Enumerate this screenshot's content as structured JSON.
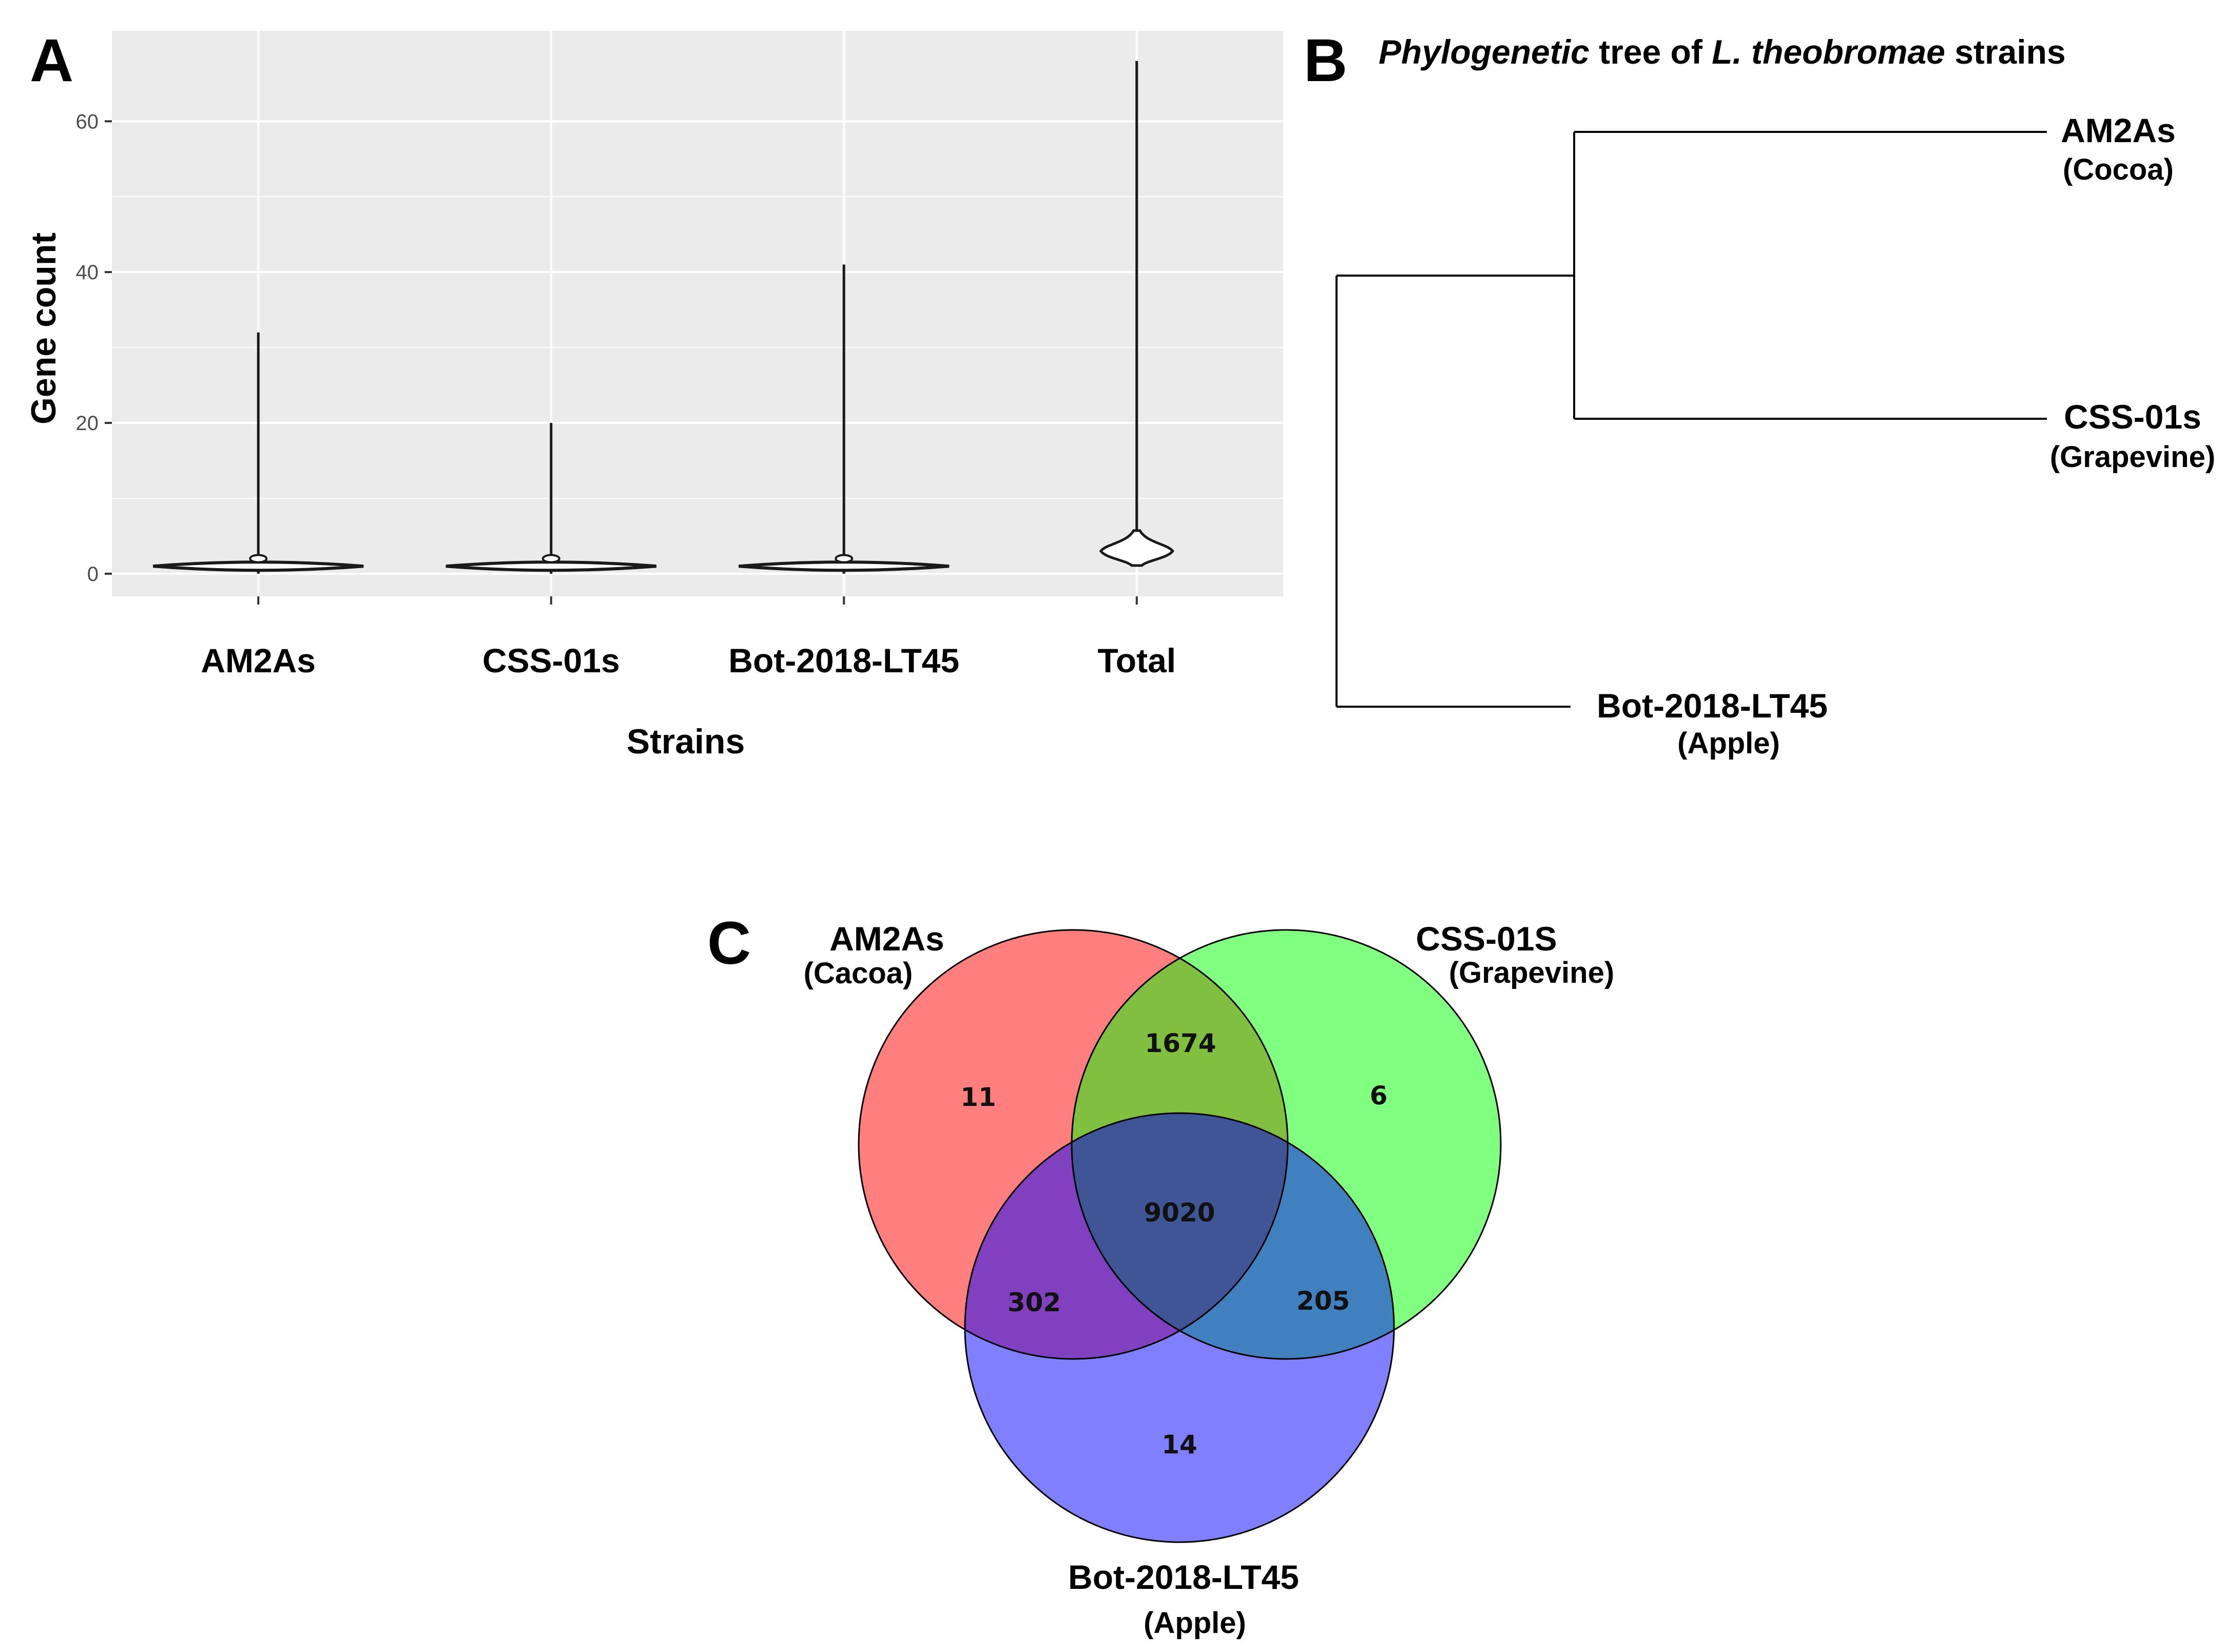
{
  "panels": {
    "a": "A",
    "b": "B",
    "c": "C"
  },
  "chart_data": [
    {
      "type": "violin",
      "xlabel": "Strains",
      "ylabel": "Gene count",
      "categories": [
        "AM2As",
        "CSS-01s",
        "Bot-2018-LT45",
        "Total"
      ],
      "ylim": [
        -3,
        72
      ],
      "yticks": [
        0,
        20,
        40,
        60
      ],
      "grid": true,
      "background": "#ebebeb",
      "series": [
        {
          "category": "AM2As",
          "min": 0,
          "max": 32,
          "bulk": 1
        },
        {
          "category": "CSS-01s",
          "min": 0,
          "max": 20,
          "bulk": 1
        },
        {
          "category": "Bot-2018-LT45",
          "min": 0,
          "max": 41,
          "bulk": 1
        },
        {
          "category": "Total",
          "min": 2,
          "max": 68,
          "bulk": 3
        }
      ]
    },
    {
      "type": "tree",
      "title": {
        "prefix": "Phylogenetic",
        "middle": " tree of ",
        "species": "L. theobromae",
        "suffix": " strains"
      },
      "leaves": [
        {
          "name": "AM2As",
          "host": "(Cocoa)"
        },
        {
          "name": "CSS-01s",
          "host": "(Grapevine)"
        },
        {
          "name": "Bot-2018-LT45",
          "host": "(Apple)"
        }
      ],
      "topology": "((AM2As, CSS-01s), Bot-2018-LT45)"
    },
    {
      "type": "venn",
      "sets": [
        {
          "name": "AM2As",
          "host": "(Cacoa)",
          "color": "#ff7f7f"
        },
        {
          "name": "CSS-01S",
          "host": "(Grapevine)",
          "color": "#80ff80"
        },
        {
          "name": "Bot-2018-LT45",
          "host": "(Apple)",
          "color": "#8080ff"
        }
      ],
      "regions": {
        "only_A": 11,
        "only_B": 6,
        "only_C": 14,
        "A_B": 1674,
        "A_C": 302,
        "B_C": 205,
        "A_B_C": 9020
      },
      "region_colors": {
        "A_B": "#80bf40",
        "A_C": "#8040bf",
        "B_C": "#4080bf",
        "A_B_C": "#405595"
      }
    }
  ]
}
